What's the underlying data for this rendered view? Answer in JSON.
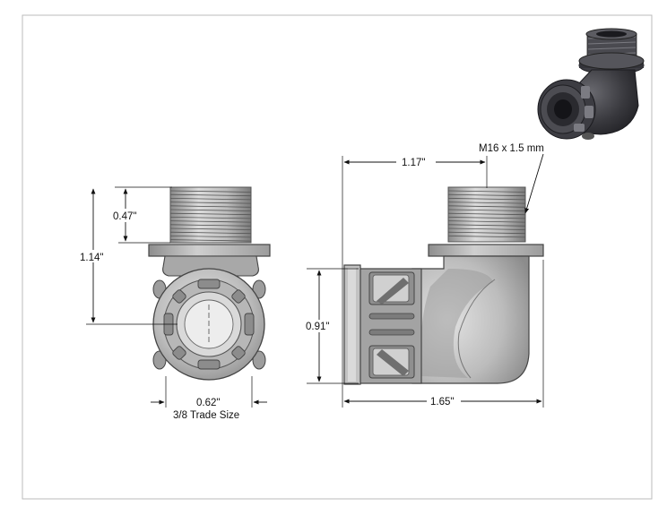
{
  "dimensions": {
    "thread_height": "0.47\"",
    "overall_height": "1.14\"",
    "opening_width": "0.62\"",
    "trade_size": "3/8 Trade Size",
    "thread_offset": "1.17\"",
    "thread_spec": "M16 x 1.5 mm",
    "body_height": "0.91\"",
    "overall_length": "1.65\""
  },
  "colors": {
    "part_light": "#c9c9c9",
    "part_mid": "#a9a9a9",
    "part_dark": "#6e6e6e",
    "outline": "#444444",
    "dimension": "#111111",
    "photo_dark": "#2f2f33"
  }
}
